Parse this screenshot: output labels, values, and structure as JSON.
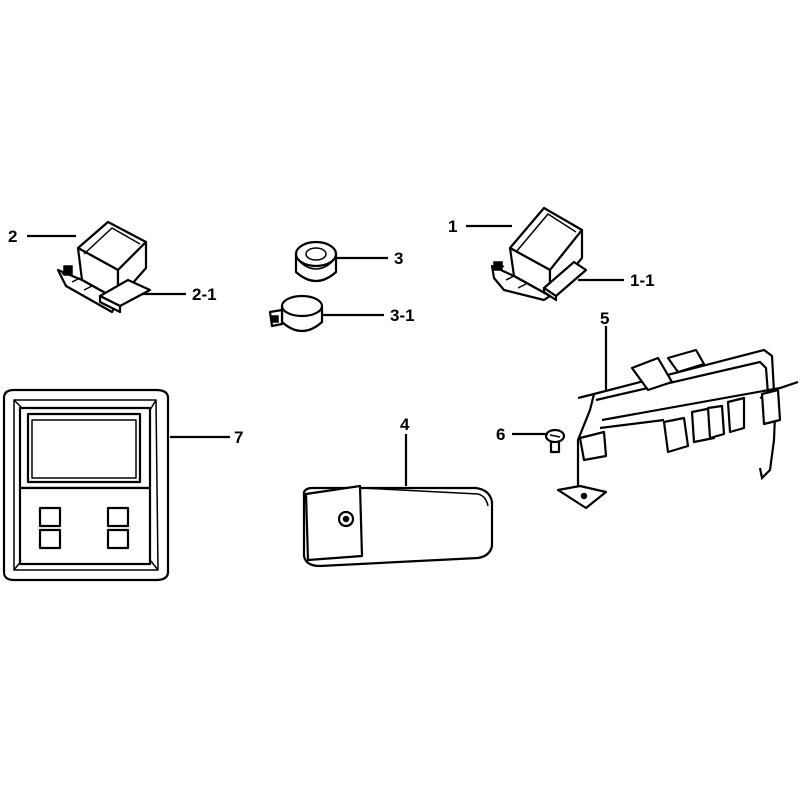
{
  "labels": {
    "p1": "1",
    "p1_1": "1-1",
    "p2": "2",
    "p2_1": "2-1",
    "p3": "3",
    "p3_1": "3-1",
    "p4": "4",
    "p5": "5",
    "p6": "6",
    "p7": "7"
  },
  "colors": {
    "ink": "#000000",
    "paper": "#ffffff"
  }
}
